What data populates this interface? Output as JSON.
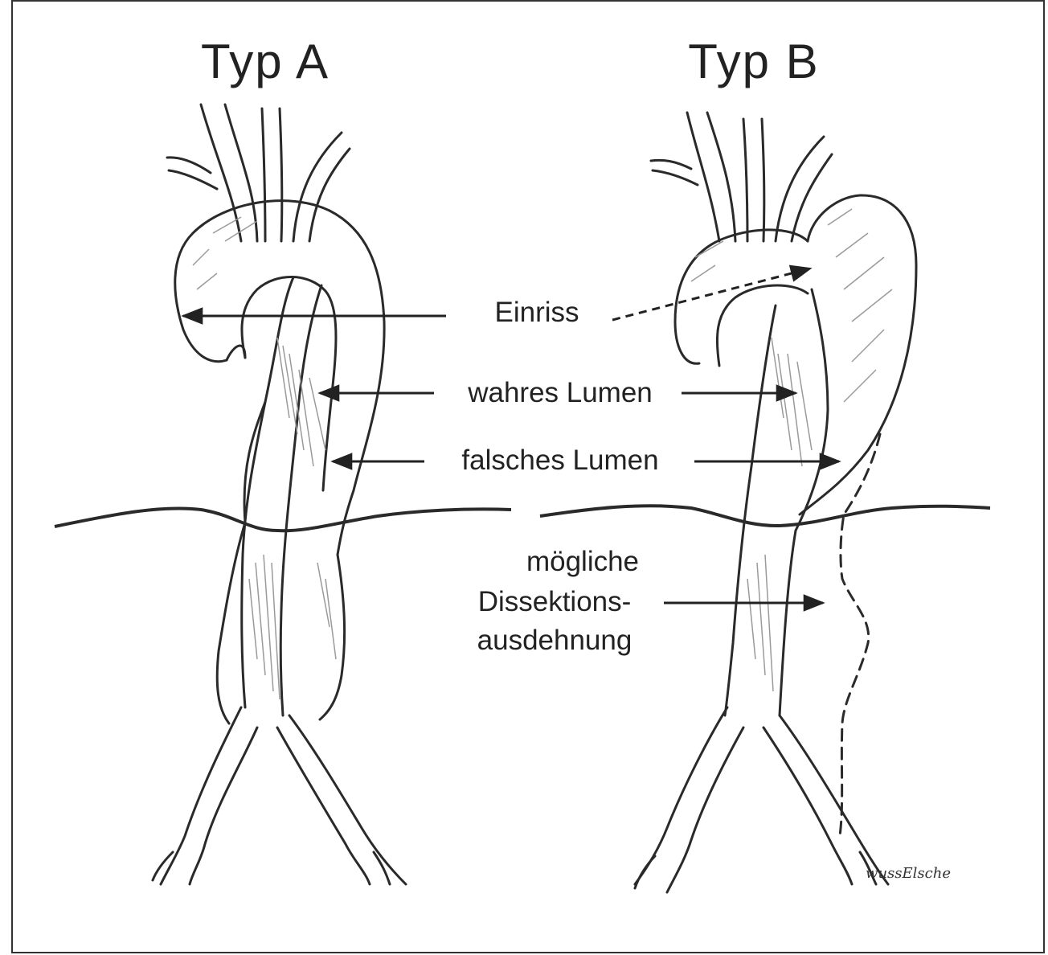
{
  "titles": {
    "type_a": "Typ A",
    "type_b": "Typ B"
  },
  "labels": {
    "tear": "Einriss",
    "true_lumen": "wahres Lumen",
    "false_lumen": "falsches Lumen",
    "possible_extent_line1": "mögliche",
    "possible_extent_line2": "Dissektions-",
    "possible_extent_line3": "ausdehnung"
  },
  "signature": "wussElsche",
  "colors": {
    "line": "#2a2a2a",
    "shade": "#9a9a9a",
    "frame": "#333333"
  }
}
